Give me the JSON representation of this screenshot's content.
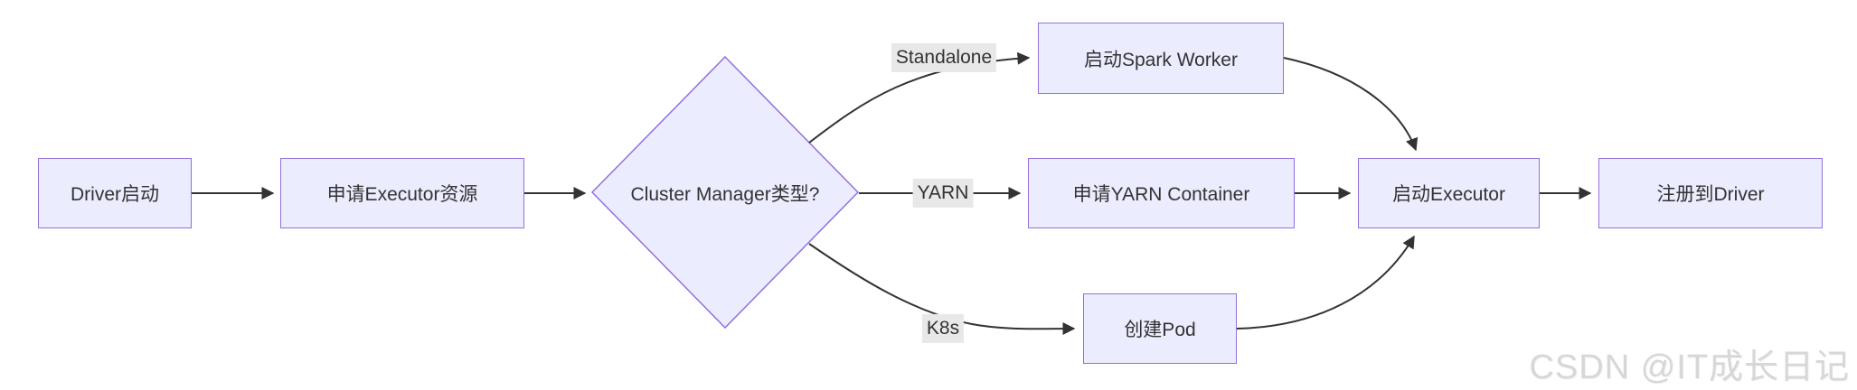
{
  "diagram": {
    "colors": {
      "background": "#ffffff",
      "node_fill": "#ECECFF",
      "node_border": "#9370DB",
      "edge_color": "#333333",
      "label_bg": "#e8e8e8",
      "text_color": "#333333"
    },
    "nodes": {
      "driver_start": "Driver启动",
      "request_executor": "申请Executor资源",
      "cluster_manager_decision": "Cluster Manager类型?",
      "start_spark_worker": "启动Spark Worker",
      "request_yarn_container": "申请YARN Container",
      "create_pod": "创建Pod",
      "start_executor": "启动Executor",
      "register_to_driver": "注册到Driver"
    },
    "edge_labels": {
      "standalone": "Standalone",
      "yarn": "YARN",
      "k8s": "K8s"
    }
  },
  "watermark": {
    "text": "CSDN @IT成长日记"
  }
}
